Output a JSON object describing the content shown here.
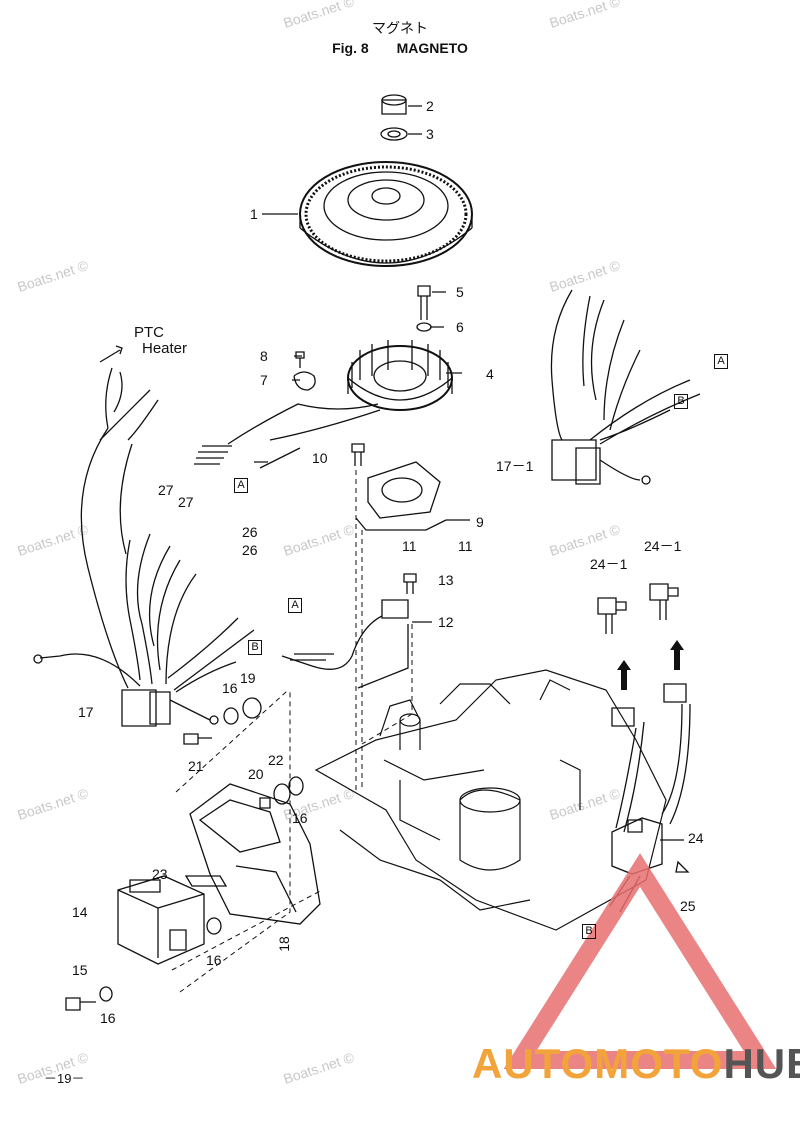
{
  "header": {
    "japanese_title": "マグネト",
    "fig_label": "Fig. 8",
    "title": "MAGNETO"
  },
  "side_label": {
    "line1": "PTC",
    "line2": "Heater"
  },
  "callouts": [
    {
      "id": "c2",
      "text": "2"
    },
    {
      "id": "c3",
      "text": "3"
    },
    {
      "id": "c1",
      "text": "1"
    },
    {
      "id": "c5",
      "text": "5"
    },
    {
      "id": "c6",
      "text": "6"
    },
    {
      "id": "c8",
      "text": "8"
    },
    {
      "id": "c4",
      "text": "4"
    },
    {
      "id": "c7",
      "text": "7"
    },
    {
      "id": "c10",
      "text": "10"
    },
    {
      "id": "c17_1",
      "text": "17－1"
    },
    {
      "id": "c27a",
      "text": "27"
    },
    {
      "id": "c27b",
      "text": "27"
    },
    {
      "id": "c9",
      "text": "9"
    },
    {
      "id": "c11a",
      "text": "11"
    },
    {
      "id": "c11b",
      "text": "11"
    },
    {
      "id": "c26a",
      "text": "26"
    },
    {
      "id": "c26b",
      "text": "26"
    },
    {
      "id": "c24_1a",
      "text": "24－1"
    },
    {
      "id": "c24_1b",
      "text": "24－1"
    },
    {
      "id": "c13",
      "text": "13"
    },
    {
      "id": "c12",
      "text": "12"
    },
    {
      "id": "c17",
      "text": "17"
    },
    {
      "id": "c16a",
      "text": "16"
    },
    {
      "id": "c19",
      "text": "19"
    },
    {
      "id": "c21",
      "text": "21"
    },
    {
      "id": "c22",
      "text": "22"
    },
    {
      "id": "c20",
      "text": "20"
    },
    {
      "id": "c16b",
      "text": "16"
    },
    {
      "id": "c24",
      "text": "24"
    },
    {
      "id": "c23",
      "text": "23"
    },
    {
      "id": "c14",
      "text": "14"
    },
    {
      "id": "c25",
      "text": "25"
    },
    {
      "id": "c18",
      "text": "18"
    },
    {
      "id": "c16c",
      "text": "16"
    },
    {
      "id": "c15",
      "text": "15"
    },
    {
      "id": "c16d",
      "text": "16"
    }
  ],
  "connector_boxes": [
    {
      "id": "bA1",
      "text": "A"
    },
    {
      "id": "bB1",
      "text": "B"
    },
    {
      "id": "bA2",
      "text": "A"
    },
    {
      "id": "bA3",
      "text": "A"
    },
    {
      "id": "bB2",
      "text": "B"
    },
    {
      "id": "bB3",
      "text": "B"
    }
  ],
  "watermark_text": "Boats.net ©",
  "page_number": "－19－",
  "brand": {
    "part1": "AUTO",
    "part2": "MOTO",
    "part3": "HUB",
    "color1": "#f2a33a",
    "color3": "#555555",
    "logo_color": "#e87070"
  }
}
